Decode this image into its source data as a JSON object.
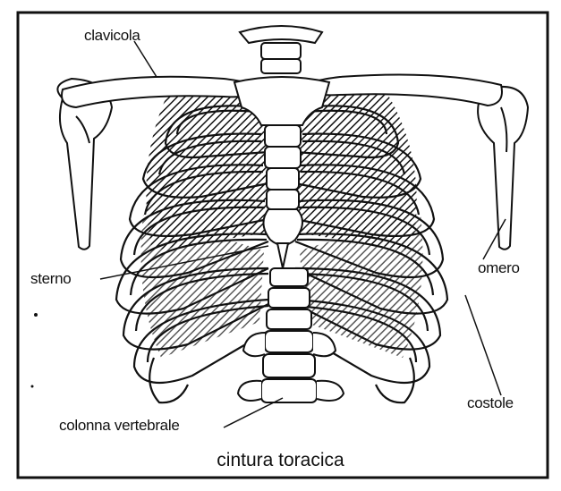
{
  "figure": {
    "caption": "cintura toracica",
    "labels": {
      "clavicola": "clavicola",
      "sterno": "sterno",
      "omero": "omero",
      "colonna_vertebrale": "colonna vertebrale",
      "costole": "costole"
    }
  },
  "colors": {
    "ink": "#111111",
    "paper": "#ffffff",
    "shade": "#2a2a2a"
  }
}
